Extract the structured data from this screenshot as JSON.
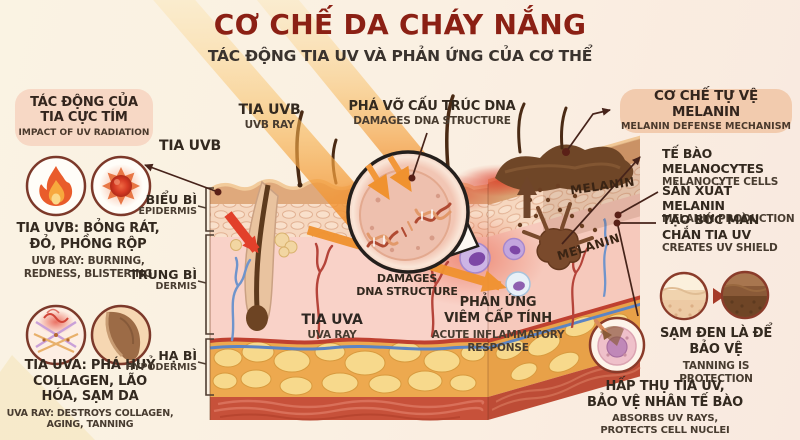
{
  "header": {
    "title": "CƠ CHẾ DA CHÁY NẮNG",
    "subtitle": "TÁC ĐỘNG TIA UV VÀ PHẢN ỨNG CỦA CƠ THỂ"
  },
  "left_panel": {
    "box": {
      "title": [
        "TÁC ĐỘNG CỦA",
        "TIA CỰC TÍM"
      ],
      "subtitle": "IMPACT OF UV RADIATION"
    },
    "uvb": {
      "vi": [
        "TIA UVB: BỎNG RÁT,",
        "ĐỎ, PHỒNG RỘP"
      ],
      "en": [
        "UVB RAY: BURNING,",
        "REDNESS, BLISTERING"
      ]
    },
    "uva": {
      "vi": [
        "TIA UVA: PHÁ HUỶ",
        "COLLAGEN, LÃO",
        "HÓA, SẠM DA"
      ],
      "en": [
        "UVA RAY: DESTROYS COLLAGEN,",
        "AGING, TANNING"
      ]
    },
    "icons": [
      "flame-icon",
      "sunburn-icon",
      "collagen-damage-icon",
      "skin-aging-icon"
    ]
  },
  "skin_layers": [
    {
      "vi": "BIỂU BÌ",
      "en": "EPIDERMIS"
    },
    {
      "vi": "TRUNG BÌ",
      "en": "DERMIS"
    },
    {
      "vi": "HẠ BÌ",
      "en": "HYPODERMIS"
    }
  ],
  "ray_labels": {
    "uvb_left": "TIA UVB",
    "uvb_top": {
      "vi": "TIA UVB",
      "en": "UVB RAY"
    },
    "uva": {
      "vi": "TIA UVA",
      "en": "UVA RAY"
    }
  },
  "dna_damage": {
    "label": {
      "vi": "PHÁ VỠ CẤU TRÚC DNA",
      "en": "DAMAGES DNA STRUCTURE"
    },
    "caption": [
      "DAMAGES",
      "DNA STRUCTURE"
    ]
  },
  "inflammation": {
    "vi": [
      "PHẢN ỨNG",
      "VIÊM CẤP TÍNH"
    ],
    "en": [
      "ACUTE INFLAMMATORY",
      "RESPONSE"
    ]
  },
  "right_panel": {
    "box": {
      "title": "CƠ CHẾ TỰ VỆ MELANIN",
      "subtitle": "MELANIN DEFENSE MECHANISM"
    },
    "melanocytes": {
      "vi": "TẾ BÀO MELANOCYTES",
      "en": "MELANOCYTE CELLS"
    },
    "production": {
      "vi": "SẢN XUẤT MELANIN",
      "en": "MELANIN PRODUCTION"
    },
    "shield": {
      "vi": [
        "TẠO BỨC MÀN",
        "CHẮN TIA UV"
      ],
      "en": "CREATES UV SHIELD"
    },
    "melanin_label": "MELANIN",
    "tanning": {
      "vi": [
        "SẠM ĐEN LÀ ĐỂ",
        "BẢO VỆ"
      ],
      "en": "TANNING IS PROTECTION"
    },
    "absorb": {
      "vi": [
        "HẤP THỤ TIA UV,",
        "BẢO VỆ NHÂN TẾ BÀO"
      ],
      "en": [
        "ABSORBS UV RAYS,",
        "PROTECTS CELL NUCLEI"
      ]
    }
  },
  "colors": {
    "title_red": "#8b2014",
    "text_dark": "#33291f",
    "left_box_bg": "#f7d8c5",
    "right_box_bg": "#f2cbae",
    "background": "#faf1e2",
    "ray_orange": "#f0922f",
    "burn_red": "#dd3c28",
    "melanin_brown": "#6f4627"
  }
}
